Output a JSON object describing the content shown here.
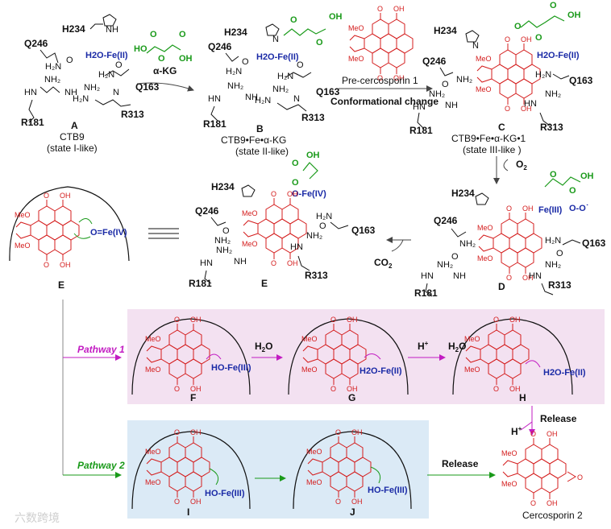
{
  "states": {
    "A": {
      "letter": "A",
      "name": "CTB9",
      "state": "(state I-like)"
    },
    "B": {
      "letter": "B",
      "name": "CTB9•Fe•α-KG",
      "state": "(state II-like)"
    },
    "C": {
      "letter": "C",
      "name": "CTB9•Fe•α-KG•1",
      "state": "(state III-like )"
    },
    "D": {
      "letter": "D"
    },
    "E": {
      "letter": "E"
    },
    "E_box": {
      "letter": "E"
    },
    "F": {
      "letter": "F"
    },
    "G": {
      "letter": "G"
    },
    "H": {
      "letter": "H"
    },
    "I": {
      "letter": "I"
    },
    "J": {
      "letter": "J"
    }
  },
  "residues": {
    "H234": "H234",
    "Q246": "Q246",
    "Q163": "Q163",
    "R181": "R181",
    "R313": "R313"
  },
  "labels": {
    "akg": "α-KG",
    "pre": "Pre-cercosporin 1",
    "conf": "Conformational change",
    "o2": "O",
    "co2": "CO",
    "h2o": "H2O",
    "hplus": "H+",
    "release1": "Release",
    "release2": "Release",
    "cercosporin": "Cercosporin 2",
    "pathway1": "Pathway 1",
    "pathway2": "Pathway 2",
    "fe2": "H2O-Fe(II)",
    "fe3": "HO-Fe(III)",
    "fe3o": "Fe(III)",
    "fe4": "O-Fe(IV)",
    "fe4box": "O=Fe(IV)",
    "watermark": "六数跨境"
  },
  "colors": {
    "accent_red": "#d41c1c",
    "fe_blue": "#1a2aa6",
    "green": "#1a9a1a",
    "magenta": "#c21bc2",
    "pink_panel": "#f3e1f1",
    "blue_panel": "#dbeaf6"
  }
}
